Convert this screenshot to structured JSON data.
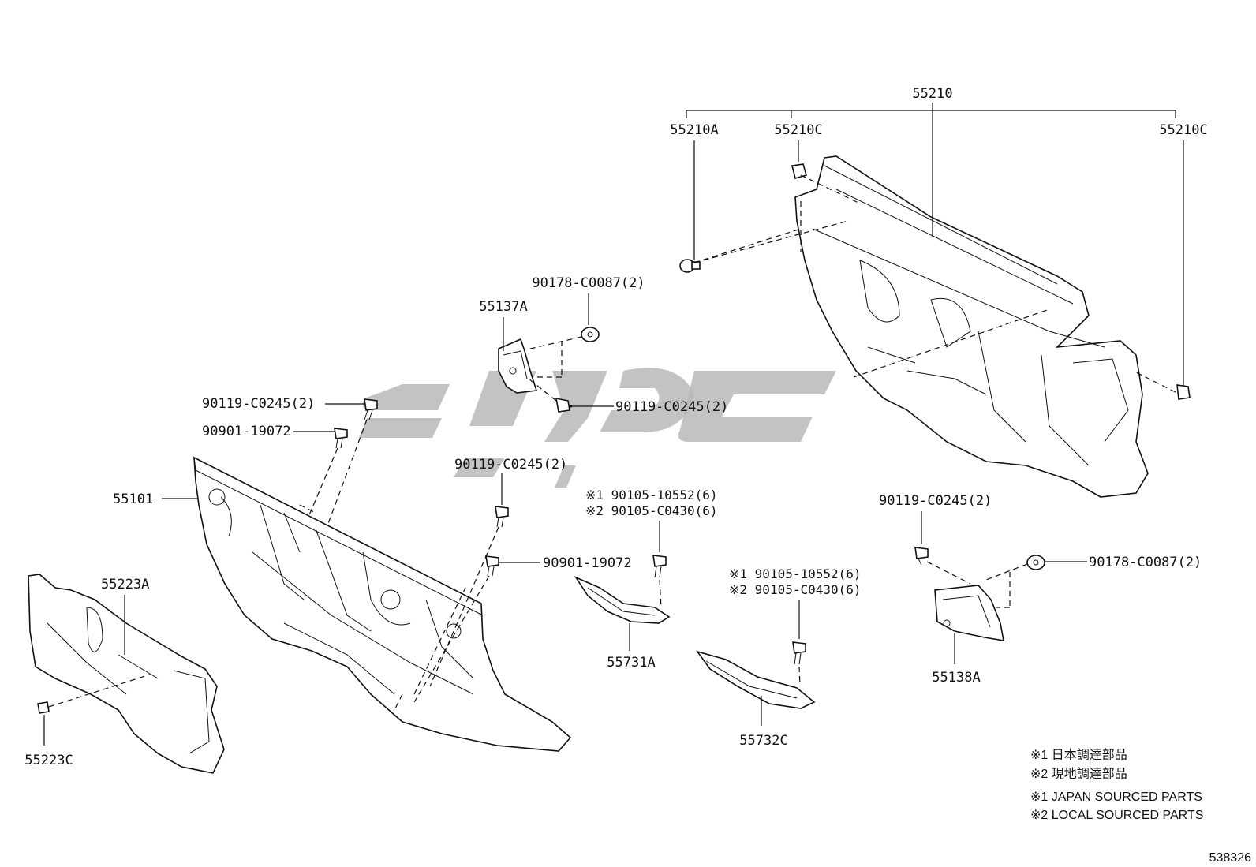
{
  "labels": {
    "p55210": "55210",
    "p55210A": "55210A",
    "p55210C_left": "55210C",
    "p55210C_right": "55210C",
    "p55137A": "55137A",
    "p90178_top": "90178-C0087(2)",
    "p90119_left": "90119-C0245(2)",
    "p90119_mid": "90119-C0245(2)",
    "p90901_left": "90901-19072",
    "p55101": "55101",
    "p90119_center": "90119-C0245(2)",
    "p90105_a1": "※1 90105-10552(6)",
    "p90105_a2": "※2 90105-C0430(6)",
    "p90901_center": "90901-19072",
    "p55731A": "55731A",
    "p55223A": "55223A",
    "p55223C": "55223C",
    "p90105_b1": "※1 90105-10552(6)",
    "p90105_b2": "※2 90105-C0430(6)",
    "p55732C": "55732C",
    "p90119_right": "90119-C0245(2)",
    "p90178_right": "90178-C0087(2)",
    "p55138A": "55138A"
  },
  "notes": {
    "jp1": "※1 日本調達部品",
    "jp2": "※2 現地調達部品",
    "en1": "※1 JAPAN SOURCED PARTS",
    "en2": "※2 LOCAL SOURCED PARTS"
  },
  "diagram_id": "538326",
  "colors": {
    "line": "#111111",
    "watermark": "#b9b9b9",
    "background": "#ffffff"
  }
}
